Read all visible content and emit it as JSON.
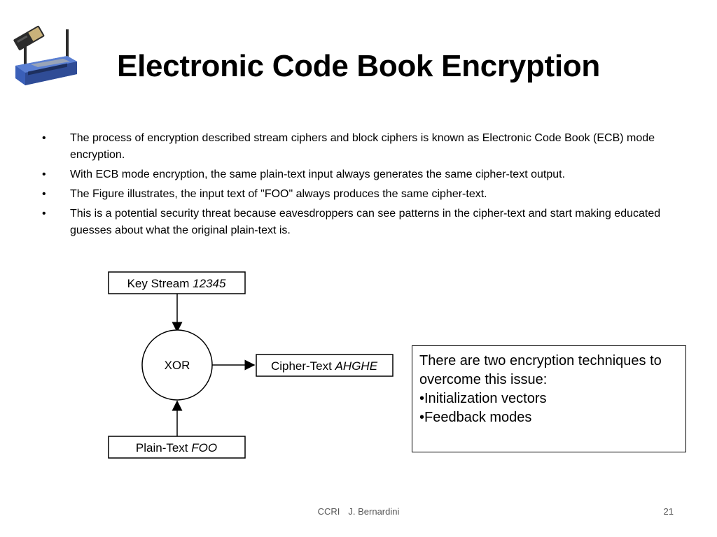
{
  "slide": {
    "title": "Electronic Code Book Encryption",
    "logo_icon": "wireless-router-icon"
  },
  "bullets": [
    {
      "text": "The process of encryption described stream ciphers and block ciphers is known as Electronic Code Book (ECB) mode encryption."
    },
    {
      "text": "With ECB mode encryption, the same plain-text input always generates the same cipher-text output."
    },
    {
      "text": "The Figure illustrates, the input text of \"FOO\" always produces the same cipher-text."
    },
    {
      "text": "This is a potential security threat because eavesdroppers can see patterns in the cipher-text and start making educated guesses about what the original plain-text is."
    }
  ],
  "diagram": {
    "key_stream_label": "Key Stream ",
    "key_stream_value": "12345",
    "xor_label": "XOR",
    "cipher_label": "Cipher-Text ",
    "cipher_value": "AHGHE",
    "plain_label": "Plain-Text ",
    "plain_value": "FOO"
  },
  "note": {
    "line1": "There are two encryption techniques to overcome this issue:",
    "line2": "•Initialization vectors",
    "line3": "•Feedback modes"
  },
  "footer": {
    "org": "CCRI",
    "author": "J. Bernardini",
    "page": "21"
  }
}
